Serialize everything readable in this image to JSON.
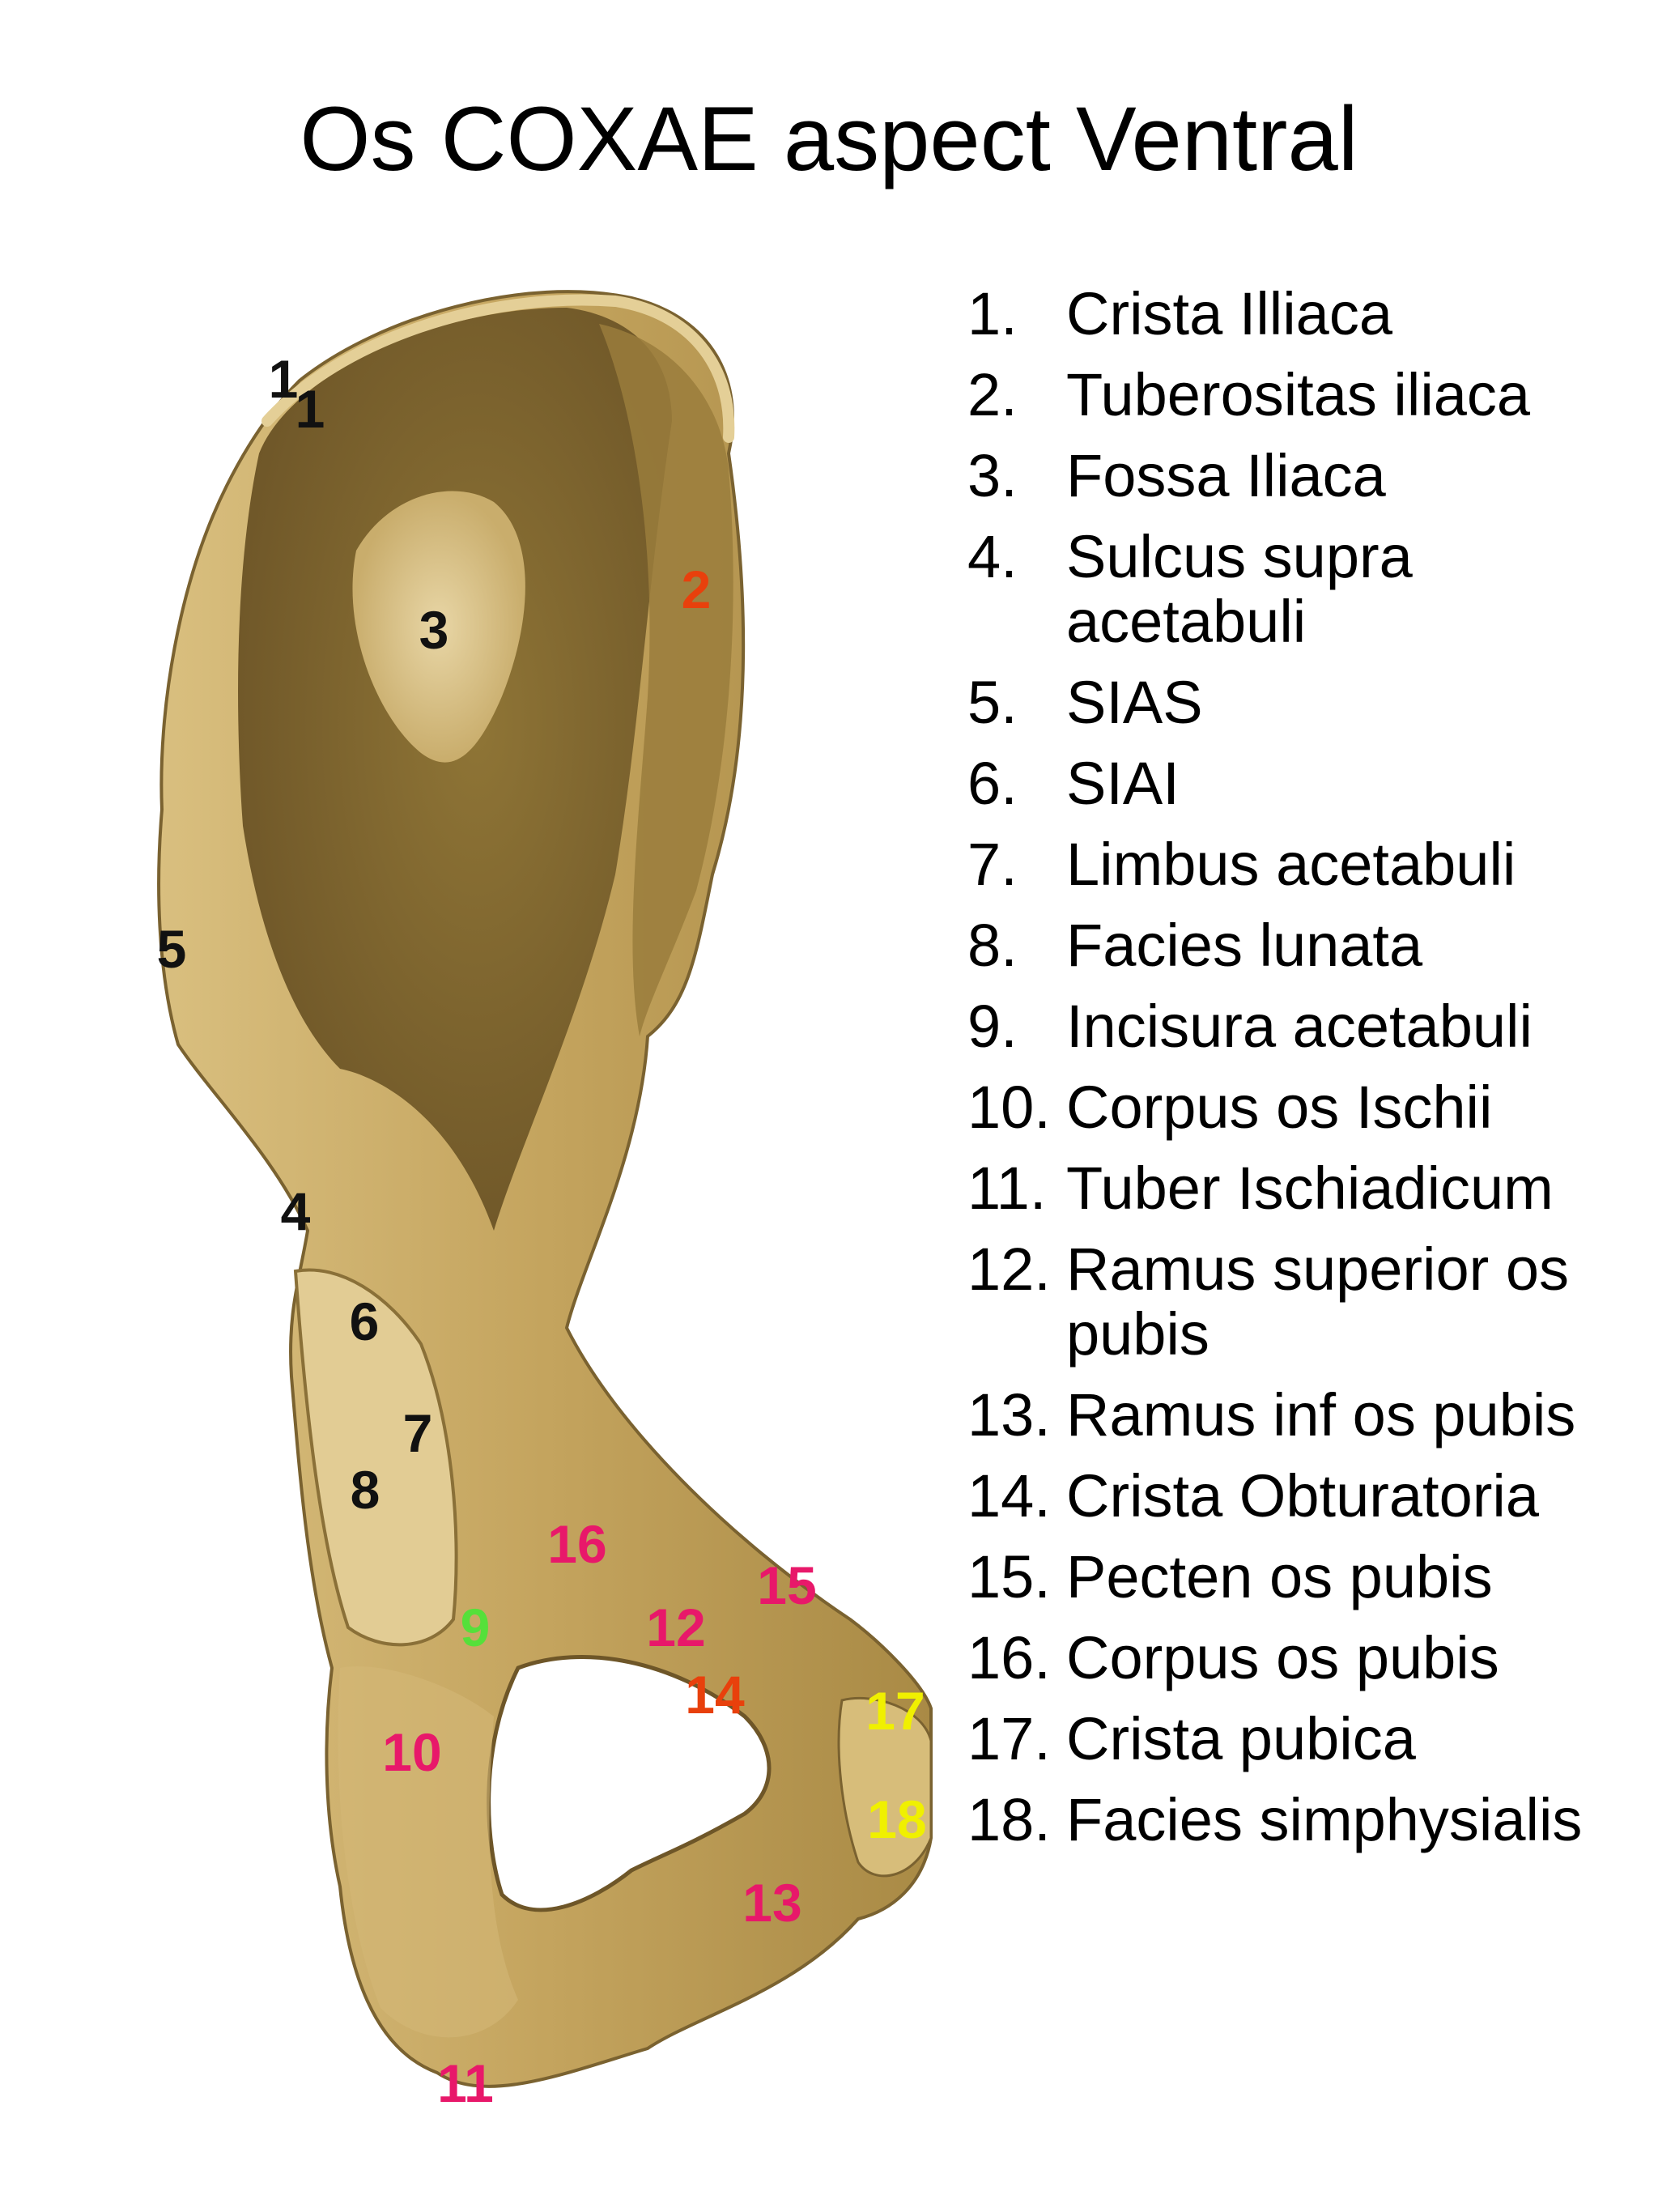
{
  "title": "Os COXAE aspect Ventral",
  "legend": [
    {
      "num": "1.",
      "term": "Crista Illiaca"
    },
    {
      "num": "2.",
      "term": "Tuberositas iliaca"
    },
    {
      "num": "3.",
      "term": "Fossa Iliaca"
    },
    {
      "num": "4.",
      "term": "Sulcus supra acetabuli"
    },
    {
      "num": "5.",
      "term": "SIAS"
    },
    {
      "num": "6.",
      "term": "SIAI"
    },
    {
      "num": "7.",
      "term": "Limbus acetabuli"
    },
    {
      "num": "8.",
      "term": "Facies lunata"
    },
    {
      "num": "9.",
      "term": "Incisura acetabuli"
    },
    {
      "num": "10.",
      "term": "Corpus os Ischii"
    },
    {
      "num": "11.",
      "term": "Tuber Ischiadicum"
    },
    {
      "num": "12.",
      "term": "Ramus superior os pubis"
    },
    {
      "num": "13.",
      "term": "Ramus inf os pubis"
    },
    {
      "num": "14.",
      "term": "Crista Obturatoria"
    },
    {
      "num": "15.",
      "term": "Pecten os pubis"
    },
    {
      "num": "16.",
      "term": "Corpus os pubis"
    },
    {
      "num": "17.",
      "term": "Crista pubica"
    },
    {
      "num": "18.",
      "term": "Facies simphysialis"
    }
  ],
  "markers": [
    {
      "text": "1",
      "color": "#111111"
    },
    {
      "text": "1",
      "color": "#111111"
    },
    {
      "text": "2",
      "color": "#e8400c"
    },
    {
      "text": "3",
      "color": "#111111"
    },
    {
      "text": "4",
      "color": "#111111"
    },
    {
      "text": "5",
      "color": "#111111"
    },
    {
      "text": "6",
      "color": "#111111"
    },
    {
      "text": "7",
      "color": "#111111"
    },
    {
      "text": "8",
      "color": "#111111"
    },
    {
      "text": "9",
      "color": "#55e03a"
    },
    {
      "text": "10",
      "color": "#e8186a"
    },
    {
      "text": "11",
      "color": "#e8186a"
    },
    {
      "text": "12",
      "color": "#e8186a"
    },
    {
      "text": "13",
      "color": "#e8186a"
    },
    {
      "text": "14",
      "color": "#e8400c"
    },
    {
      "text": "15",
      "color": "#e8186a"
    },
    {
      "text": "16",
      "color": "#e8186a"
    },
    {
      "text": "17",
      "color": "#f0f000"
    },
    {
      "text": "18",
      "color": "#f0f000"
    }
  ],
  "colors": {
    "bone": "#c4a45e",
    "bone_dark": "#7a6230",
    "bone_light": "#e6d3a4"
  }
}
